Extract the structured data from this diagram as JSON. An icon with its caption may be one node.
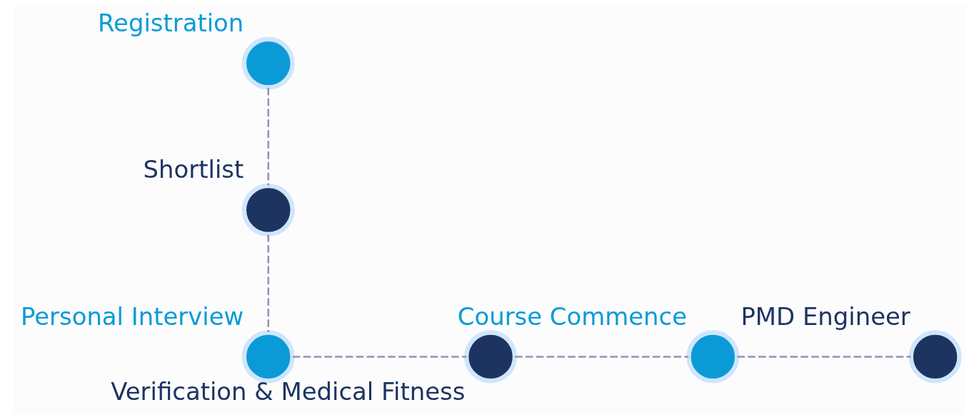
{
  "diagram": {
    "nodes": [
      {
        "text": [
          "Registration"
        ]
      },
      {
        "text": [
          "Shortlist"
        ]
      },
      {
        "text": [
          "Personal Interview"
        ]
      },
      {
        "text": [
          "Verification & Medical Fitness"
        ]
      },
      {
        "text": [
          "Course Commence"
        ]
      },
      {
        "text": [
          "PMD Engineer"
        ]
      }
    ],
    "edges": [
      {
        "from": 0,
        "to": 1,
        "arrow": "none",
        "style": "dashed"
      },
      {
        "from": 1,
        "to": 2,
        "arrow": "none",
        "style": "dashed"
      },
      {
        "from": 2,
        "to": 3,
        "arrow": "none",
        "style": "dashed"
      },
      {
        "from": 3,
        "to": 4,
        "arrow": "none",
        "style": "dashed"
      },
      {
        "from": 4,
        "to": 5,
        "arrow": "none",
        "style": "dashed"
      }
    ]
  }
}
